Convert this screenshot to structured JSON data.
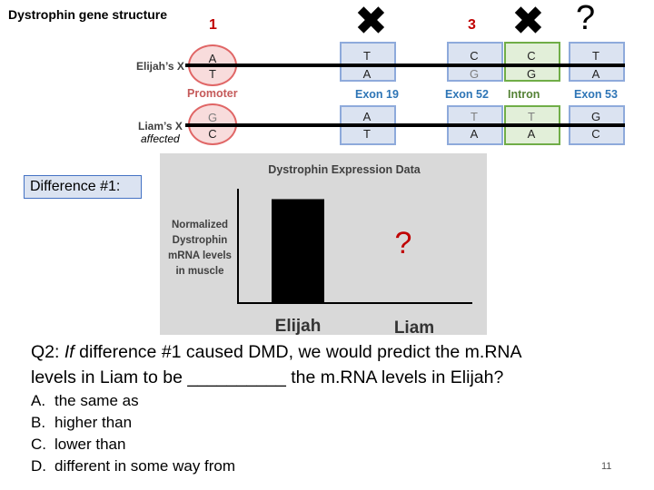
{
  "title": "Dystrophin gene structure",
  "markers": {
    "num1": "1",
    "num3": "3",
    "question": "?"
  },
  "rows": {
    "elijah": "Elijah’s X",
    "liam": "Liam’s X",
    "affected": "affected"
  },
  "regions": [
    {
      "label": "Promoter",
      "elijah": [
        "A",
        "T"
      ],
      "liam": [
        "G",
        "C"
      ]
    },
    {
      "label": "Exon 19",
      "elijah": [
        "T",
        "A"
      ],
      "liam": [
        "A",
        "T"
      ]
    },
    {
      "label": "Exon 52",
      "elijah": [
        "C",
        "G"
      ],
      "liam": [
        "T",
        "A"
      ]
    },
    {
      "label": "Intron",
      "elijah": [
        "C",
        "G"
      ],
      "liam": [
        "T",
        "A"
      ]
    },
    {
      "label": "Exon 53",
      "elijah": [
        "T",
        "A"
      ],
      "liam": [
        "G",
        "C"
      ]
    }
  ],
  "difference_label": "Difference #1:",
  "chart_data": {
    "type": "bar",
    "title": "Dystrophin Expression Data",
    "ylabel": "Normalized Dystrophin mRNA levels in muscle",
    "categories": [
      "Elijah",
      "Liam"
    ],
    "values": [
      1,
      null
    ],
    "unknown_marker": "?",
    "ylim": [
      0,
      1.1
    ]
  },
  "question": {
    "prefix": "Q2: ",
    "if_word": "If",
    "line1_rest": " difference #1 caused DMD, we would predict the m.RNA",
    "line2": "levels in Liam to be __________ the m.RNA levels in Elijah?"
  },
  "answers": [
    {
      "letter": "A.",
      "text": "the same as"
    },
    {
      "letter": "B.",
      "text": "higher than"
    },
    {
      "letter": "C.",
      "text": "lower than"
    },
    {
      "letter": "D.",
      "text": "different in some way from"
    }
  ],
  "page_number": "11"
}
